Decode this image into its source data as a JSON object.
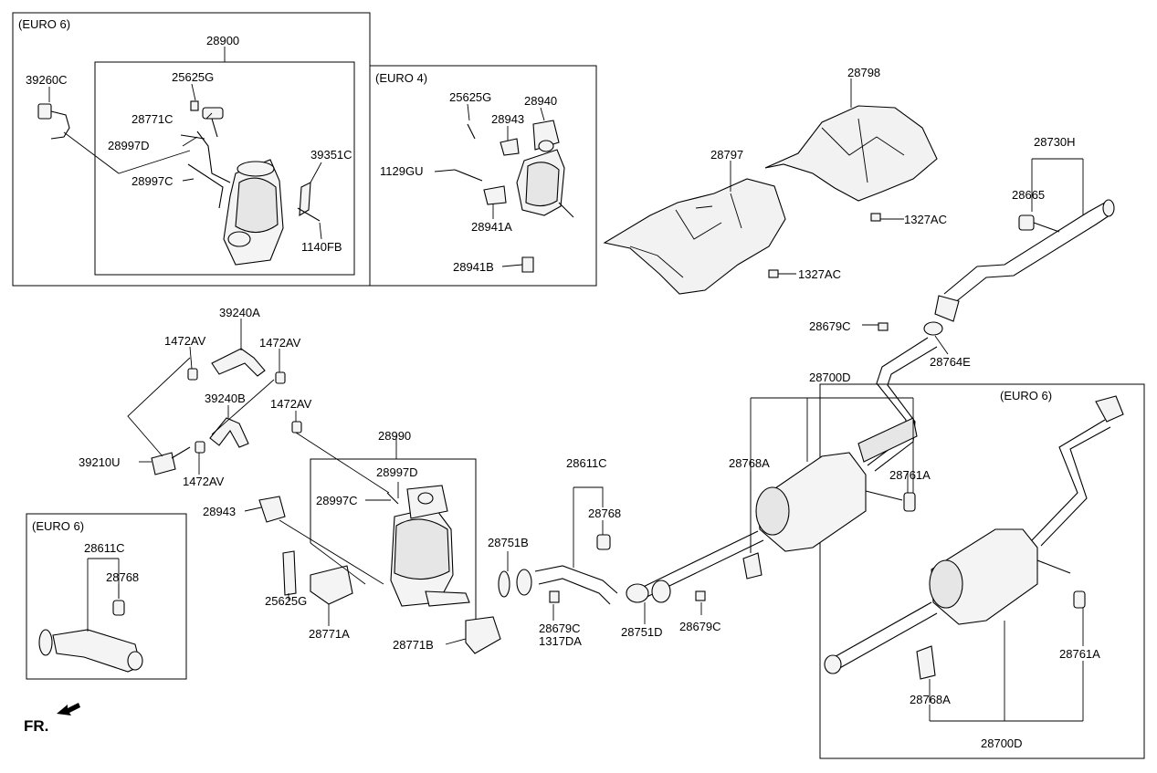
{
  "regions": [
    {
      "key": "euro6_top",
      "label": "(EURO 6)"
    },
    {
      "key": "euro4",
      "label": "(EURO 4)"
    },
    {
      "key": "euro6_left",
      "label": "(EURO 6)"
    },
    {
      "key": "euro6_right",
      "label": "(EURO 6)"
    }
  ],
  "labels": [
    {
      "id": "28900",
      "text": "28900"
    },
    {
      "id": "39260C",
      "text": "39260C"
    },
    {
      "id": "25625G_a",
      "text": "25625G"
    },
    {
      "id": "28771C",
      "text": "28771C"
    },
    {
      "id": "28997D_a",
      "text": "28997D"
    },
    {
      "id": "28997C_a",
      "text": "28997C"
    },
    {
      "id": "39351C",
      "text": "39351C"
    },
    {
      "id": "1140FB",
      "text": "1140FB"
    },
    {
      "id": "25625G_b",
      "text": "25625G"
    },
    {
      "id": "28940",
      "text": "28940"
    },
    {
      "id": "28943_a",
      "text": "28943"
    },
    {
      "id": "1129GU",
      "text": "1129GU"
    },
    {
      "id": "28941A",
      "text": "28941A"
    },
    {
      "id": "28941B",
      "text": "28941B"
    },
    {
      "id": "28798",
      "text": "28798"
    },
    {
      "id": "28797",
      "text": "28797"
    },
    {
      "id": "1327AC_a",
      "text": "1327AC"
    },
    {
      "id": "1327AC_b",
      "text": "1327AC"
    },
    {
      "id": "28730H",
      "text": "28730H"
    },
    {
      "id": "28665",
      "text": "28665"
    },
    {
      "id": "28679C_a",
      "text": "28679C"
    },
    {
      "id": "28764E",
      "text": "28764E"
    },
    {
      "id": "39240A",
      "text": "39240A"
    },
    {
      "id": "1472AV_a",
      "text": "1472AV"
    },
    {
      "id": "1472AV_b",
      "text": "1472AV"
    },
    {
      "id": "39240B",
      "text": "39240B"
    },
    {
      "id": "1472AV_c",
      "text": "1472AV"
    },
    {
      "id": "39210U",
      "text": "39210U"
    },
    {
      "id": "1472AV_d",
      "text": "1472AV"
    },
    {
      "id": "28990",
      "text": "28990"
    },
    {
      "id": "28997D_b",
      "text": "28997D"
    },
    {
      "id": "28997C_b",
      "text": "28997C"
    },
    {
      "id": "28943_b",
      "text": "28943"
    },
    {
      "id": "25625G_c",
      "text": "25625G"
    },
    {
      "id": "28771A",
      "text": "28771A"
    },
    {
      "id": "28771B",
      "text": "28771B"
    },
    {
      "id": "28611C_a",
      "text": "28611C"
    },
    {
      "id": "28768_a",
      "text": "28768"
    },
    {
      "id": "28751B",
      "text": "28751B"
    },
    {
      "id": "28679C_b",
      "text": "28679C"
    },
    {
      "id": "1317DA",
      "text": "1317DA"
    },
    {
      "id": "28751D",
      "text": "28751D"
    },
    {
      "id": "28679C_c",
      "text": "28679C"
    },
    {
      "id": "28700D_a",
      "text": "28700D"
    },
    {
      "id": "28768A_a",
      "text": "28768A"
    },
    {
      "id": "28761A_a",
      "text": "28761A"
    },
    {
      "id": "28611C_b",
      "text": "28611C"
    },
    {
      "id": "28768_b",
      "text": "28768"
    },
    {
      "id": "28761A_b",
      "text": "28761A"
    },
    {
      "id": "28768A_b",
      "text": "28768A"
    },
    {
      "id": "28700D_b",
      "text": "28700D"
    }
  ],
  "fr_label": "FR."
}
